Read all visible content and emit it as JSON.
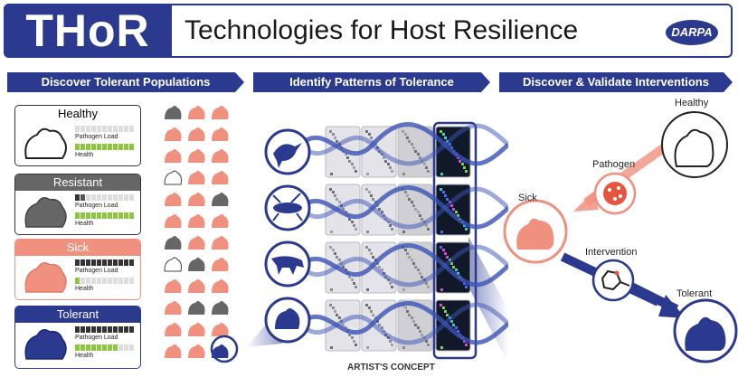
{
  "header": {
    "logo": "THoR",
    "title": "Technologies for Host Resilience",
    "agency": "DARPA"
  },
  "banners": [
    "Discover Tolerant Populations",
    "Identify Patterns of Tolerance",
    "Discover & Validate Interventions"
  ],
  "cards": [
    {
      "label": "Healthy",
      "pathogen_label": "Pathogen Load",
      "health_label": "Health"
    },
    {
      "label": "Resistant",
      "pathogen_label": "Pathogen Load",
      "health_label": "Health"
    },
    {
      "label": "Sick",
      "pathogen_label": "Pathogen Load",
      "health_label": "Health"
    },
    {
      "label": "Tolerant",
      "pathogen_label": "Pathogen Load",
      "health_label": "Health"
    }
  ],
  "flow": {
    "healthy": "Healthy",
    "pathogen": "Pathogen",
    "sick": "Sick",
    "intervention": "Intervention",
    "tolerant": "Tolerant"
  },
  "footer": "ARTIST'S CONCEPT",
  "colors": {
    "navy": "#2b3a8f",
    "salmon": "#f0917f",
    "gray": "#666666",
    "green": "#8dc63f"
  }
}
